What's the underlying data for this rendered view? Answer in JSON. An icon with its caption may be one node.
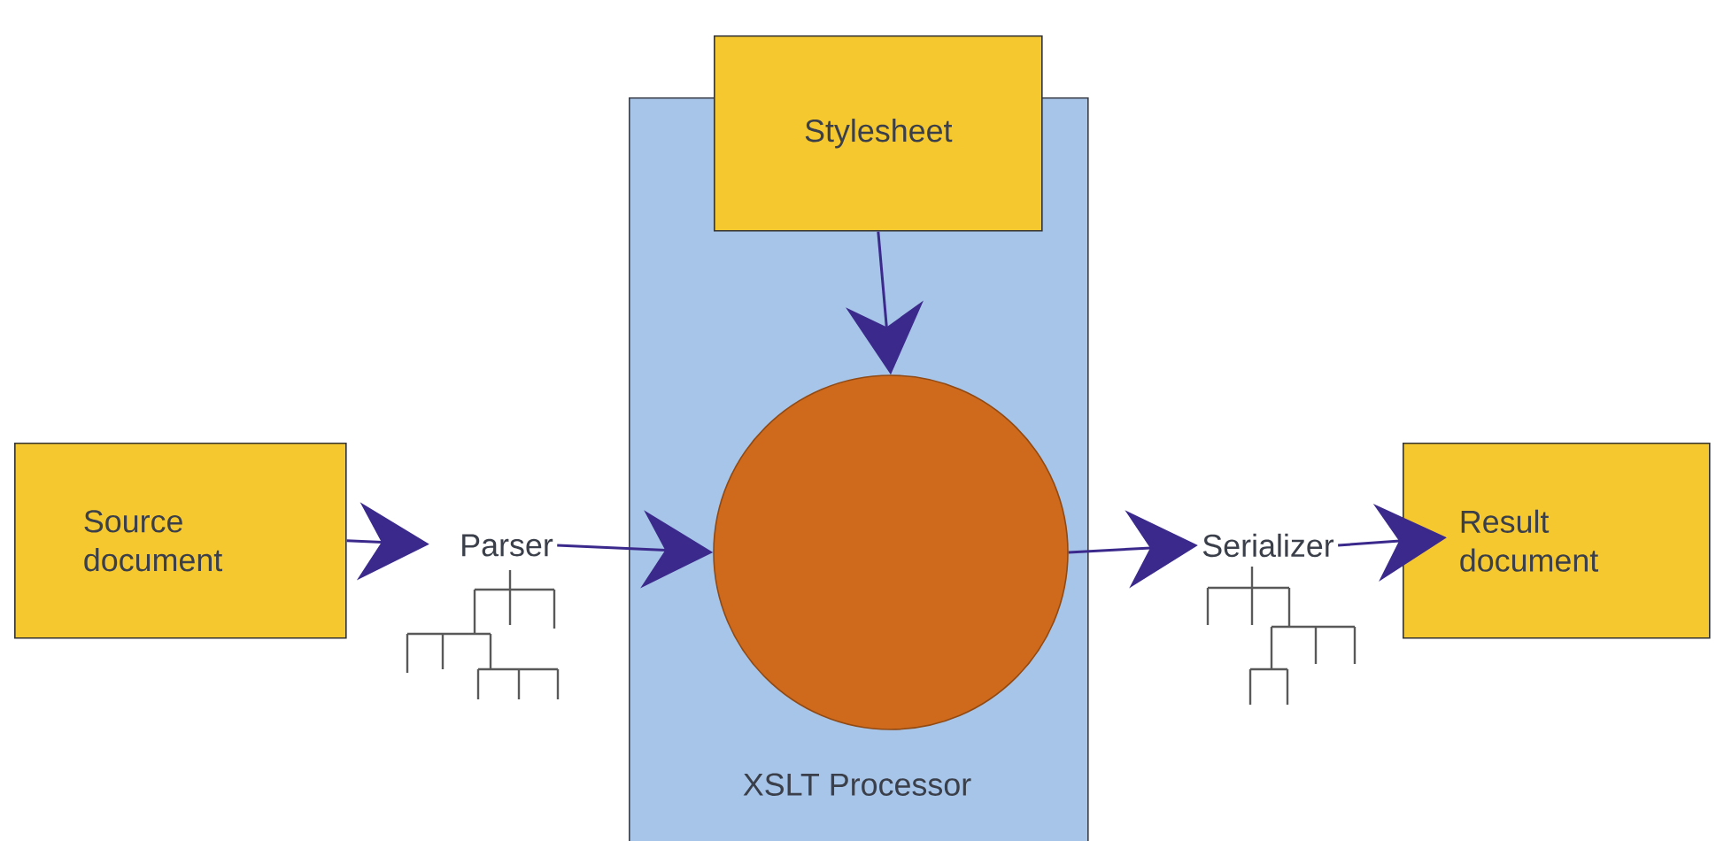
{
  "diagram": {
    "nodes": [
      {
        "text": [
          "XSLT Processor"
        ]
      },
      {
        "text": [
          "Stylesheet"
        ]
      },
      {
        "text": [
          "Source document"
        ]
      },
      {
        "text": [
          "Parser"
        ]
      },
      {
        "text": [],
        "shape": "circle",
        "in": 0
      },
      {
        "text": [
          "Serializer"
        ]
      },
      {
        "text": [
          "Result document"
        ]
      }
    ],
    "edges": [
      {
        "from": 1,
        "to": 4,
        "arrow": "to"
      },
      {
        "from": 2,
        "to": 3,
        "arrow": "to"
      },
      {
        "from": 3,
        "to": 4,
        "arrow": "to"
      },
      {
        "from": 4,
        "to": 5,
        "arrow": "to"
      },
      {
        "from": 5,
        "to": 6,
        "arrow": "to"
      }
    ]
  }
}
